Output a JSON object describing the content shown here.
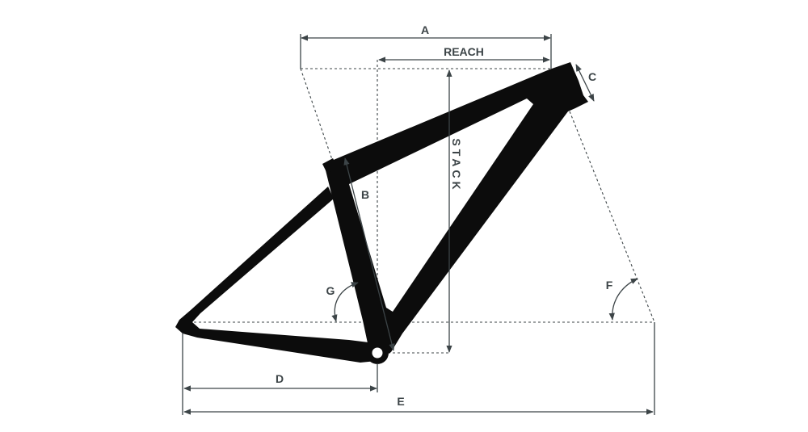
{
  "labels": {
    "a": "A",
    "reach": "REACH",
    "b": "B",
    "c": "C",
    "stack": "STACK",
    "d": "D",
    "e": "E",
    "f": "F",
    "g": "G"
  },
  "colors": {
    "frame": "#0c0c0c",
    "line": "#3c4447",
    "background": "#ffffff"
  }
}
